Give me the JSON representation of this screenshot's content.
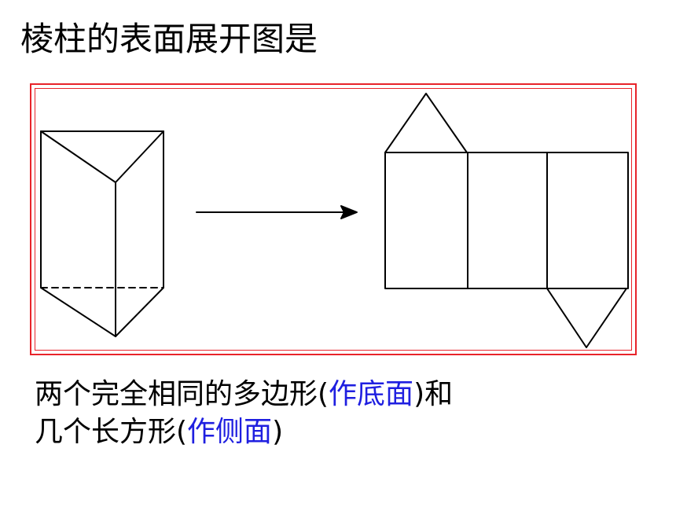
{
  "title": "棱柱的表面展开图是",
  "caption": {
    "line1": {
      "pre": "两个完全相同的多边形(",
      "highlight": "作底面",
      "post": ")和"
    },
    "line2": {
      "pre": "几个长方形(",
      "highlight": "作侧面",
      "post": ")"
    }
  },
  "colors": {
    "frame": "#e8232a",
    "highlight": "#1f1fe0",
    "lines": "#000000"
  }
}
